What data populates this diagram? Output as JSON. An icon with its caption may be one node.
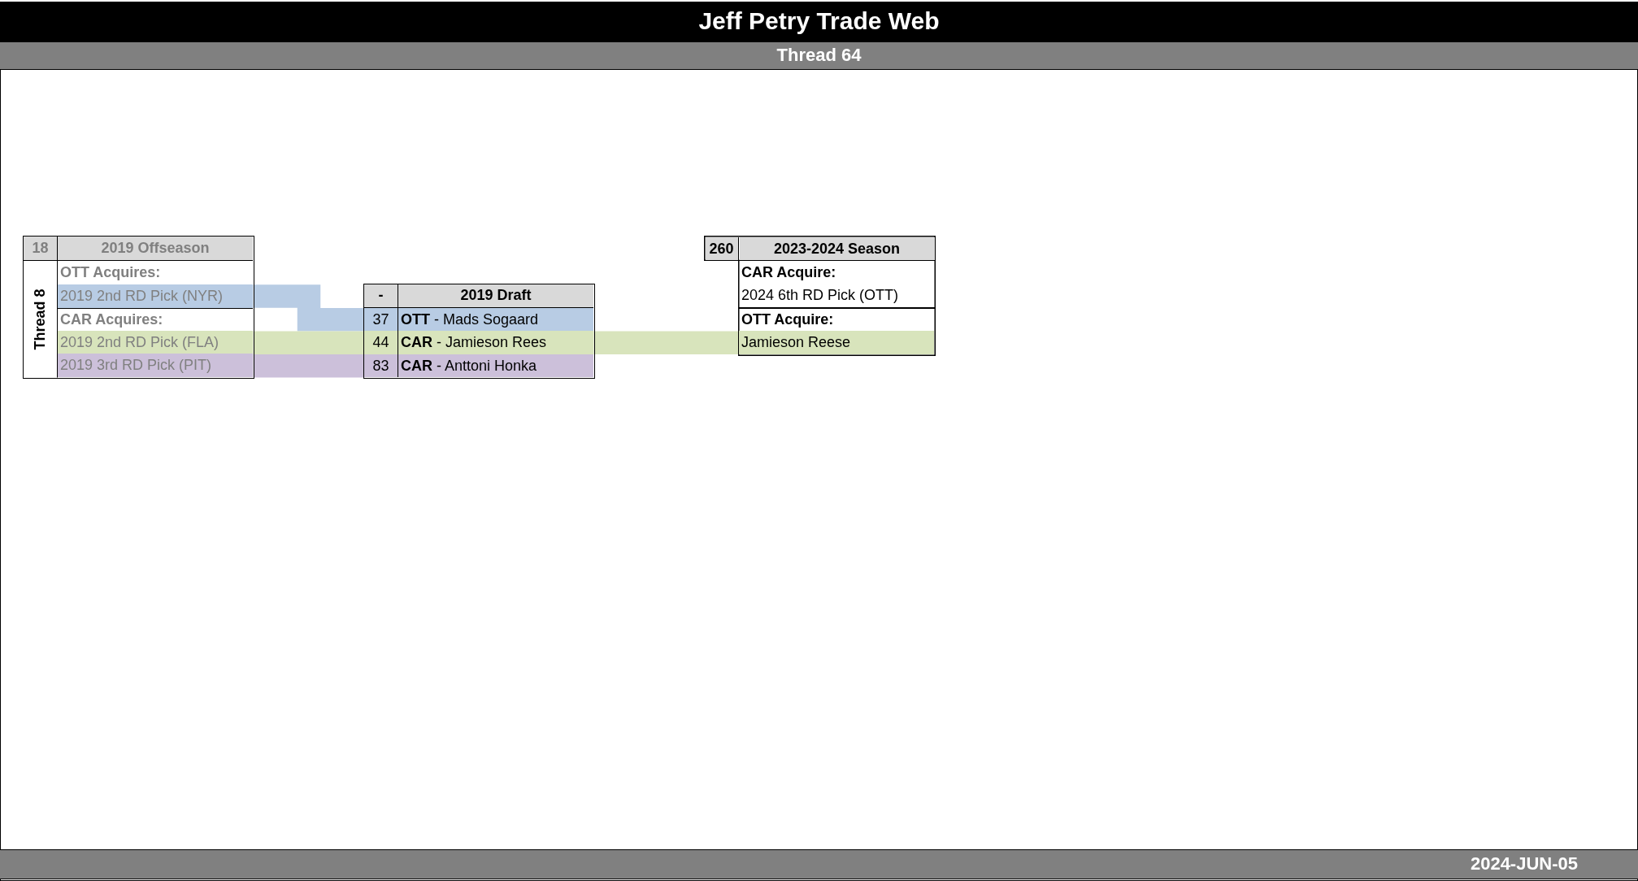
{
  "diagram": {
    "title": "Jeff Petry Trade Web",
    "nodes": [
      {
        "text": [
          "18",
          "2019 Offseason",
          "Thread 8"
        ]
      },
      {
        "text": [
          "OTT Acquires:"
        ],
        "in": 0
      },
      {
        "text": [
          "2019 2nd RD Pick (NYR)"
        ],
        "in": 1
      },
      {
        "text": [
          "CAR Acquires:"
        ],
        "in": 0
      },
      {
        "text": [
          "2019 2nd RD Pick (FLA)"
        ],
        "in": 3
      },
      {
        "text": [
          "2019 3rd RD Pick (PIT)"
        ],
        "in": 3
      },
      {
        "text": [
          "-",
          "2019 Draft"
        ]
      },
      {
        "text": [
          "37",
          "**OTT** - Mads Sogaard"
        ],
        "in": 6
      },
      {
        "text": [
          "44",
          "**CAR** - Jamieson Rees"
        ],
        "in": 6
      },
      {
        "text": [
          "83",
          "**CAR** - Anttoni Honka"
        ],
        "in": 6
      },
      {
        "text": [
          "260",
          "2023-2024 Season"
        ]
      },
      {
        "text": [
          "CAR Acquire:"
        ],
        "in": 10
      },
      {
        "text": [
          "2024 6th RD Pick (OTT)"
        ],
        "in": 11
      },
      {
        "text": [
          "OTT Acquire:"
        ],
        "in": 10
      },
      {
        "text": [
          "Jamieson Reese"
        ],
        "in": 13
      }
    ],
    "edges": [
      {
        "from": 2,
        "to": 7,
        "arrow": "none",
        "color": "#b8cce4"
      },
      {
        "from": 4,
        "to": 8,
        "arrow": "none",
        "color": "#d8e4bc"
      },
      {
        "from": 5,
        "to": 9,
        "arrow": "none",
        "color": "#ccc0da"
      },
      {
        "from": 8,
        "to": 14,
        "arrow": "none",
        "color": "#d8e4bc"
      }
    ],
    "labels": [
      "Thread 64",
      "2024-JUN-05"
    ]
  }
}
